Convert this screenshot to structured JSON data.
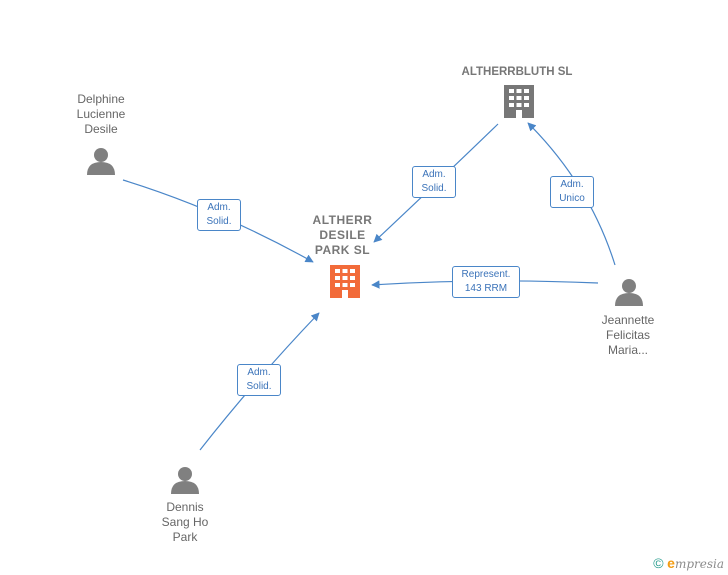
{
  "nodes": {
    "main": {
      "label": "ALTHERR\nDESILE\nPARK  SL",
      "color": "#f26b3a"
    },
    "altherrbluth": {
      "label": "ALTHERRBLUTH SL",
      "color": "#777777"
    },
    "delphine": {
      "label": "Delphine\nLucienne\nDesile"
    },
    "jeannette": {
      "label": "Jeannette\nFelicitas\nMaria..."
    },
    "dennis": {
      "label": "Dennis\nSang Ho\nPark"
    }
  },
  "edges": {
    "delphine_main": "Adm.\nSolid.",
    "altherrbluth_main": "Adm.\nSolid.",
    "jeannette_altherrbluth": "Adm.\nUnico",
    "jeannette_main": "Represent.\n143 RRM",
    "dennis_main": "Adm.\nSolid."
  },
  "colors": {
    "edge": "#4a86c8",
    "person": "#808080",
    "company": "#777777",
    "main_company": "#f26b3a"
  },
  "footer": {
    "copyright": "©",
    "brand_initial": "e",
    "brand_rest": "mpresia"
  }
}
